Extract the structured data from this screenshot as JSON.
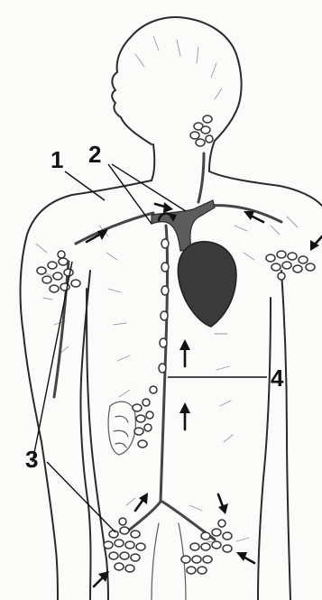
{
  "labels": {
    "label_1": "1",
    "label_2": "2",
    "label_3": "3",
    "label_4": "4"
  }
}
